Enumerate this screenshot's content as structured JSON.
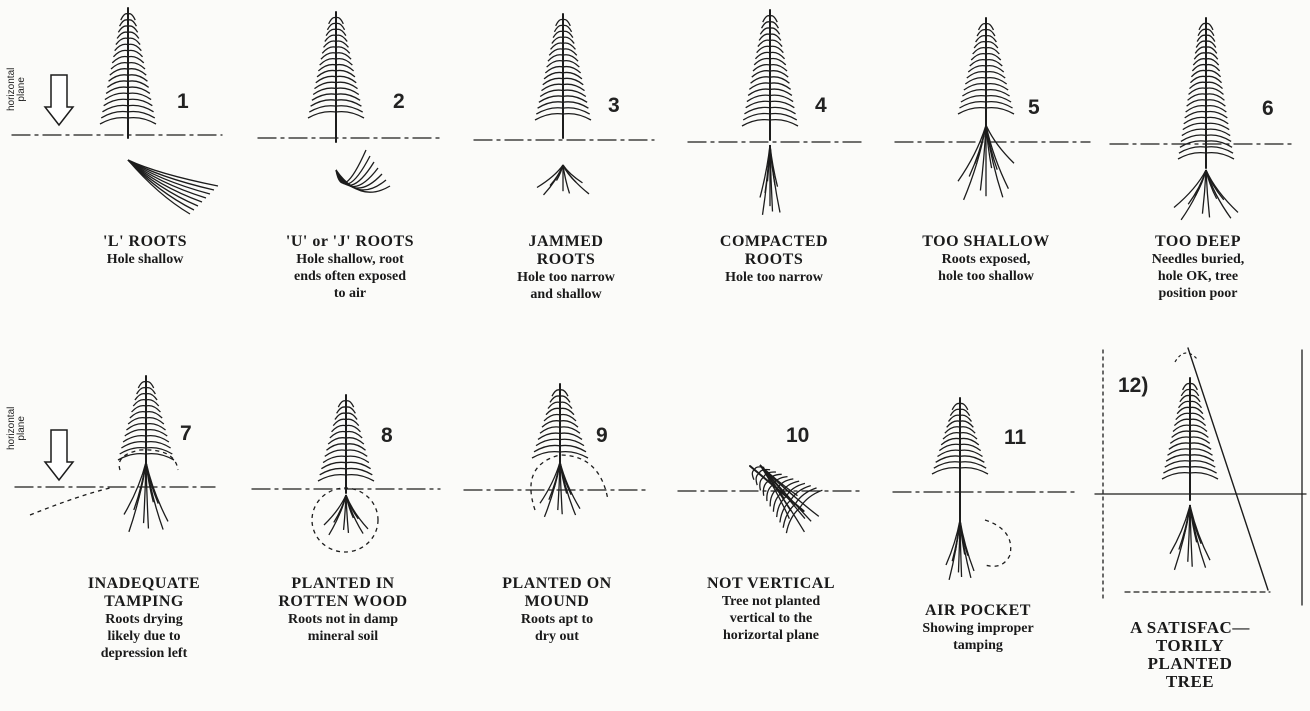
{
  "plane_label": [
    "horizontal",
    "plane"
  ],
  "panels": [
    {
      "number": "1",
      "title": [
        "'L' ROOTS"
      ],
      "desc": [
        "Hole shallow"
      ]
    },
    {
      "number": "2",
      "title": [
        "'U' or 'J' ROOTS"
      ],
      "desc": [
        "Hole shallow, root",
        "ends often exposed",
        "to air"
      ]
    },
    {
      "number": "3",
      "title": [
        "JAMMED",
        "ROOTS"
      ],
      "desc": [
        "Hole too narrow",
        "and shallow"
      ]
    },
    {
      "number": "4",
      "title": [
        "COMPACTED",
        "ROOTS"
      ],
      "desc": [
        "Hole too narrow"
      ]
    },
    {
      "number": "5",
      "title": [
        "TOO SHALLOW"
      ],
      "desc": [
        "Roots exposed,",
        "hole too shallow"
      ]
    },
    {
      "number": "6",
      "title": [
        "TOO DEEP"
      ],
      "desc": [
        "Needles buried,",
        "hole OK, tree",
        "position poor"
      ]
    },
    {
      "number": "7",
      "title": [
        "INADEQUATE",
        "TAMPING"
      ],
      "desc": [
        "Roots drying",
        "likely due to",
        "depression left"
      ]
    },
    {
      "number": "8",
      "title": [
        "PLANTED IN",
        "ROTTEN WOOD"
      ],
      "desc": [
        "Roots not in damp",
        "mineral soil"
      ]
    },
    {
      "number": "9",
      "title": [
        "PLANTED ON",
        "MOUND"
      ],
      "desc": [
        "Roots apt to",
        "dry out"
      ]
    },
    {
      "number": "10",
      "title": [
        "NOT VERTICAL"
      ],
      "desc": [
        "Tree not planted",
        "vertical to the",
        "horizortal plane"
      ]
    },
    {
      "number": "11",
      "title": [
        "AIR POCKET"
      ],
      "desc": [
        "Showing improper",
        "tamping"
      ]
    },
    {
      "number": "12)",
      "title": [
        "A SATISFAC—",
        "TORILY",
        "PLANTED",
        "TREE"
      ],
      "desc": []
    }
  ]
}
